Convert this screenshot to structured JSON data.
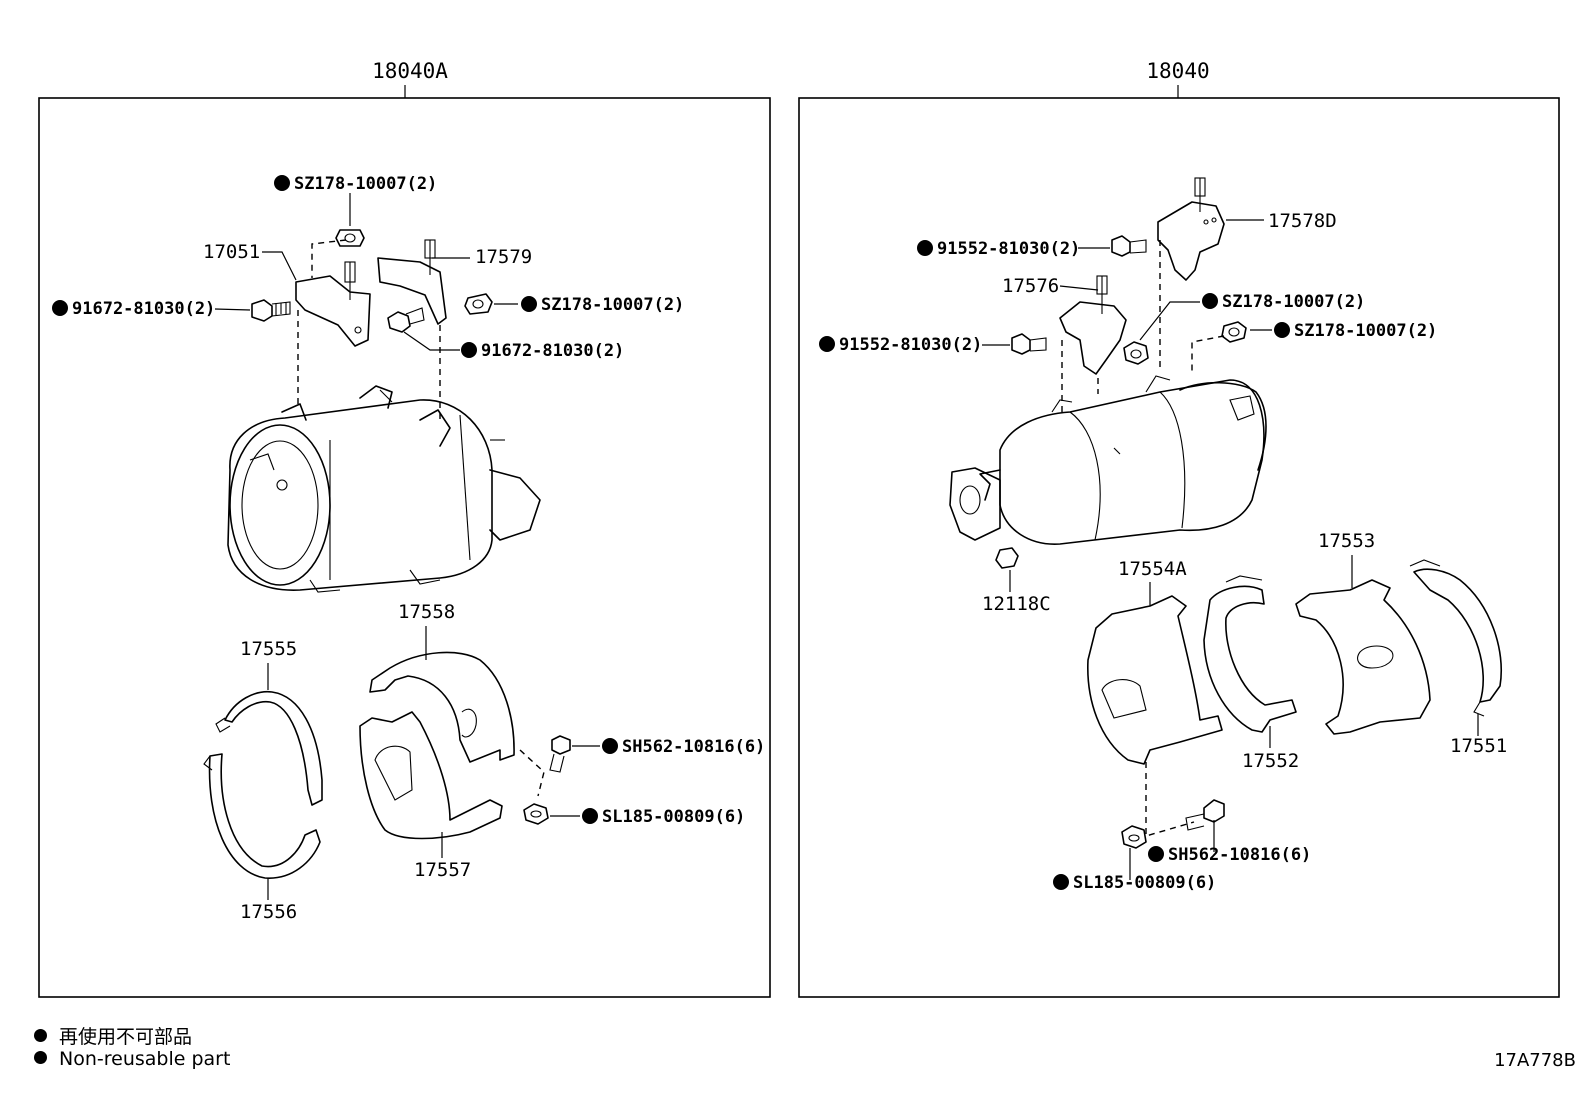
{
  "assemblies": {
    "left": "18040A",
    "right": "18040"
  },
  "left_parts": {
    "p17051": "17051",
    "p17579": "17579",
    "p17555": "17555",
    "p17556": "17556",
    "p17558": "17558",
    "p17557": "17557",
    "nr_sz178_top": "SZ178-10007(2)",
    "nr_sz178_right": "SZ178-10007(2)",
    "nr_91672_left": "91672-81030(2)",
    "nr_91672_right": "91672-81030(2)",
    "nr_sh562": "SH562-10816(6)",
    "nr_sl185": "SL185-00809(6)"
  },
  "right_parts": {
    "p17578d": "17578D",
    "p17576": "17576",
    "p12118c": "12118C",
    "p17554a": "17554A",
    "p17553": "17553",
    "p17552": "17552",
    "p17551": "17551",
    "nr_91552_top": "91552-81030(2)",
    "nr_91552_mid": "91552-81030(2)",
    "nr_sz178_a": "SZ178-10007(2)",
    "nr_sz178_b": "SZ178-10007(2)",
    "nr_sh562": "SH562-10816(6)",
    "nr_sl185": "SL185-00809(6)"
  },
  "legend": {
    "japanese": "再使用不可部品",
    "english": "Non-reusable part"
  },
  "diagram_code": "17A778B"
}
